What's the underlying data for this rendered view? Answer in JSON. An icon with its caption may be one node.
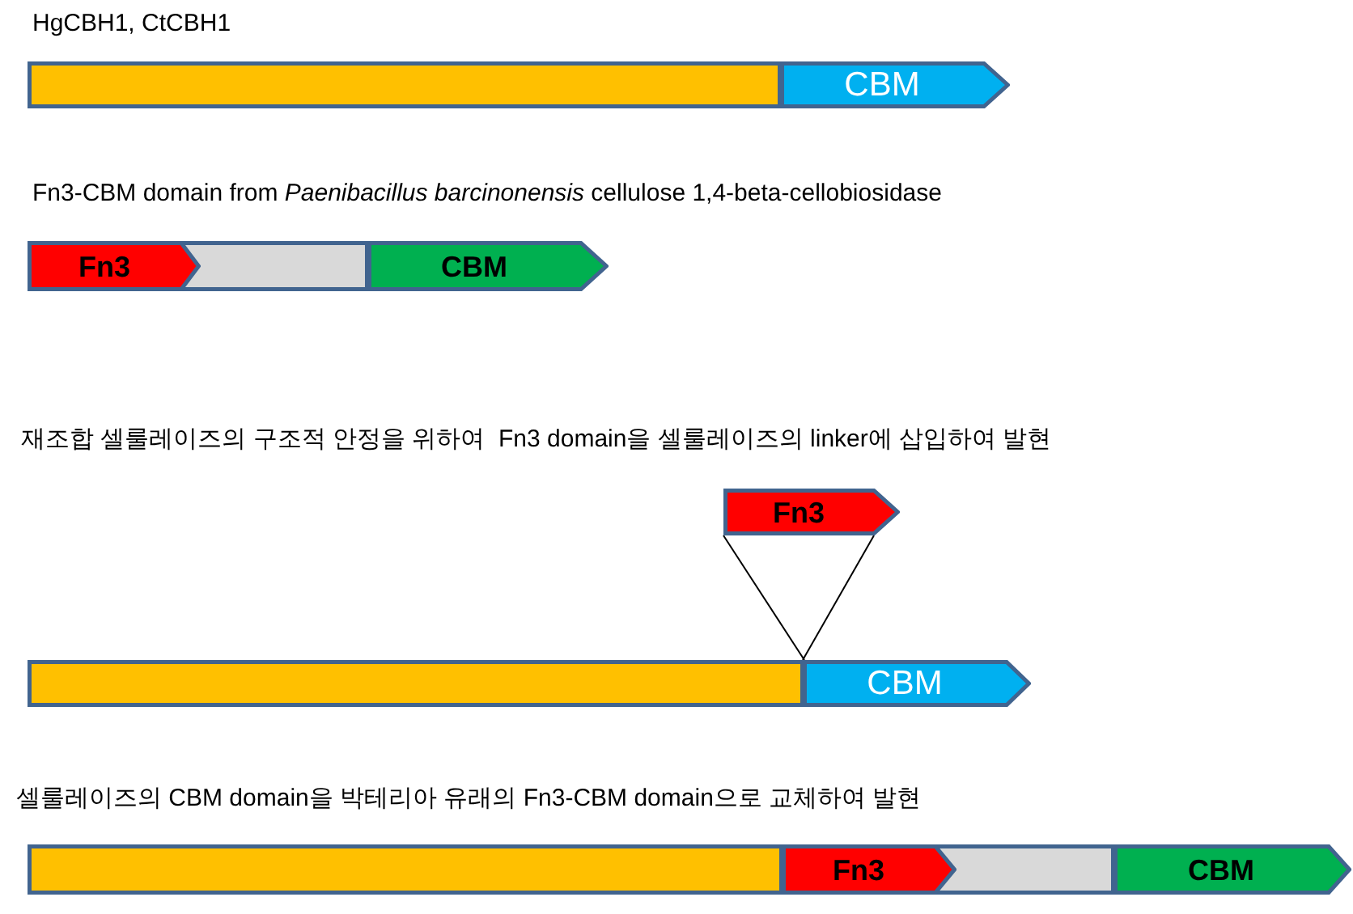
{
  "diagram": {
    "nodes": [
      {
        "text": [],
        "shape": "bar"
      },
      {
        "text": [
          "CBM"
        ]
      },
      {
        "text": [
          "Fn3"
        ]
      },
      {
        "text": [],
        "shape": "bar"
      },
      {
        "text": [
          "CBM"
        ]
      },
      {
        "text": [
          "Fn3"
        ]
      },
      {
        "text": [],
        "shape": "bar"
      },
      {
        "text": [
          "CBM"
        ]
      },
      {
        "text": [],
        "shape": "bar"
      },
      {
        "text": [
          "Fn3"
        ]
      },
      {
        "text": [],
        "shape": "bar"
      },
      {
        "text": [
          "CBM"
        ]
      }
    ],
    "edges": [
      {
        "from": 5,
        "to": 6,
        "arrow": "none"
      },
      {
        "from": 5,
        "to": 7,
        "arrow": "none"
      }
    ],
    "labels": [
      "HgCBH1, CtCBH1",
      "Fn3-CBM domain from *Paenibacillus barcinonensis* cellulose 1,4-beta-cellobiosidase",
      "재조합 셀룰레이즈의 구조적 안정을 위하여  Fn3 domain을 셀룰레이즈의 linker에 삽입하여 발현",
      "셀룰레이즈의 CBM domain을 박테리아 유래의 Fn3-CBM domain으로 교체하여 발현"
    ]
  }
}
